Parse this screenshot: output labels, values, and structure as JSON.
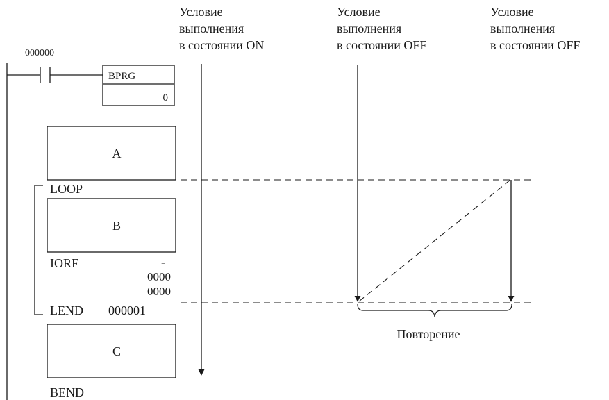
{
  "ladder": {
    "contact_address": "000000",
    "bprg_label": "BPRG",
    "bprg_operand": "0",
    "block_a": "A",
    "block_b": "B",
    "block_c": "C",
    "loop_label": "LOOP",
    "iorf_label": "IORF",
    "iorf_dash": "-",
    "iorf_operand_1": "0000",
    "iorf_operand_2": "0000",
    "lend_label": "LEND",
    "lend_address": "000001",
    "bend_label": "BEND"
  },
  "conditions": [
    {
      "line1": "Условие",
      "line2": "выполнения",
      "line3": "в состоянии ON"
    },
    {
      "line1": "Условие",
      "line2": "выполнения",
      "line3": "в состоянии OFF"
    },
    {
      "line1": "Условие",
      "line2": "выполнения",
      "line3": "в состоянии OFF"
    }
  ],
  "repeat_label": "Повторение"
}
